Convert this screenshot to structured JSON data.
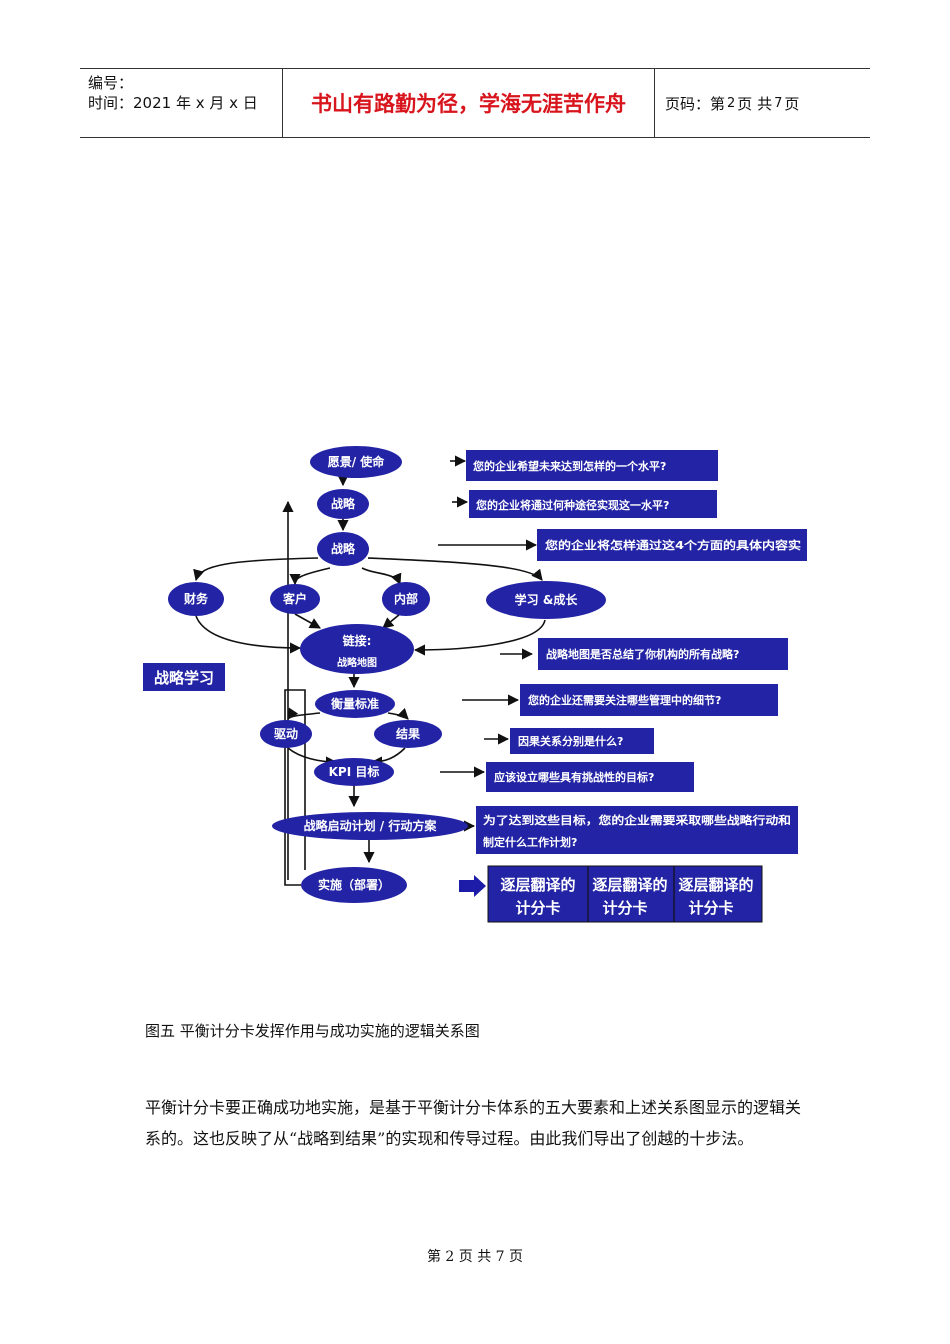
{
  "header": {
    "serial_label": "编号：",
    "time_line": "时间：2021 年 x 月 x 日",
    "motto": "书山有路勤为径，学海无涯苦作舟",
    "page_prefix": "页码：第",
    "page_current": "2",
    "page_mid": "页  共",
    "page_total": "7",
    "page_suffix": "页"
  },
  "diagram": {
    "nodes": {
      "vision": "愿景/ 使命",
      "strategy1": "战略",
      "strategy2": "战略",
      "finance": "财务",
      "customer": "客户",
      "internal": "内部",
      "learning": "学习 &成长",
      "link_line1": "链接:",
      "link_line2": "战略地图",
      "measures": "衡量标准",
      "driver": "驱动",
      "result": "结果",
      "kpi": "KPI 目标",
      "initiatives": "战略启动计划 / 行动方案",
      "implement": "实施（部署）"
    },
    "questions": {
      "q1": "您的企业希望未来达到怎样的一个水平?",
      "q2": "您的企业将通过何种途径实现这一水平?",
      "q3": "您的企业将怎样通过这4个方面的具体内容实",
      "q4": "战略地图是否总结了你机构的所有战略?",
      "q5": "您的企业还需要关注哪些管理中的细节?",
      "q6": "因果关系分别是什么?",
      "q7": "应该设立哪些具有挑战性的目标?",
      "q8_line1": "为了达到这些目标，您的企业需要采取哪些战略行动和",
      "q8_line2": "制定什么工作计划?"
    },
    "side_label": "战略学习",
    "cascade": [
      {
        "line1": "逐层翻译的",
        "line2": "计分卡"
      },
      {
        "line1": "逐层翻译的",
        "line2": "计分卡"
      },
      {
        "line1": "逐层翻译的",
        "line2": "计分卡"
      }
    ]
  },
  "caption": "图五    平衡计分卡发挥作用与成功实施的逻辑关系图",
  "paragraph": "平衡计分卡要正确成功地实施，是基于平衡计分卡体系的五大要素和上述关系图显示的逻辑关系的。这也反映了从“战略到结果”的实现和传导过程。由此我们导出了创越的十步法。",
  "footer": {
    "prefix": "第",
    "current": "2",
    "mid": "页 共",
    "total": "7",
    "suffix": "页"
  }
}
